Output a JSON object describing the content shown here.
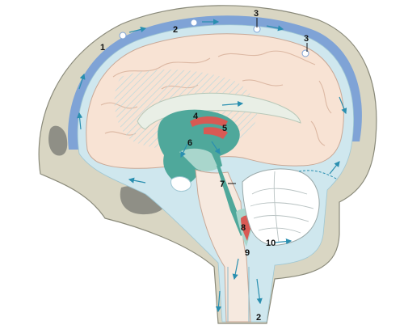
{
  "labels": {
    "l1": "1",
    "l2_top": "2",
    "l2_bottom": "2",
    "l3_left": "3",
    "l3_right": "3",
    "l4": "4",
    "l5": "5",
    "l6": "6",
    "l7": "7",
    "l8": "8",
    "l9": "9",
    "l10": "10"
  },
  "colors": {
    "skull": "#d9d6c3",
    "skull_edge": "#8a8a7a",
    "csf": "#cfe7ee",
    "sinus": "#7fa3d6",
    "brain": "#f8e3d4",
    "brain_edge": "#c9a896",
    "ventricle": "#4fa89b",
    "ventricle_light": "#a9d6cc",
    "plexus": "#d95a54",
    "arrow": "#2a8fb0",
    "cerebellum": "#ffffff",
    "brainstem": "#f6e9df"
  }
}
